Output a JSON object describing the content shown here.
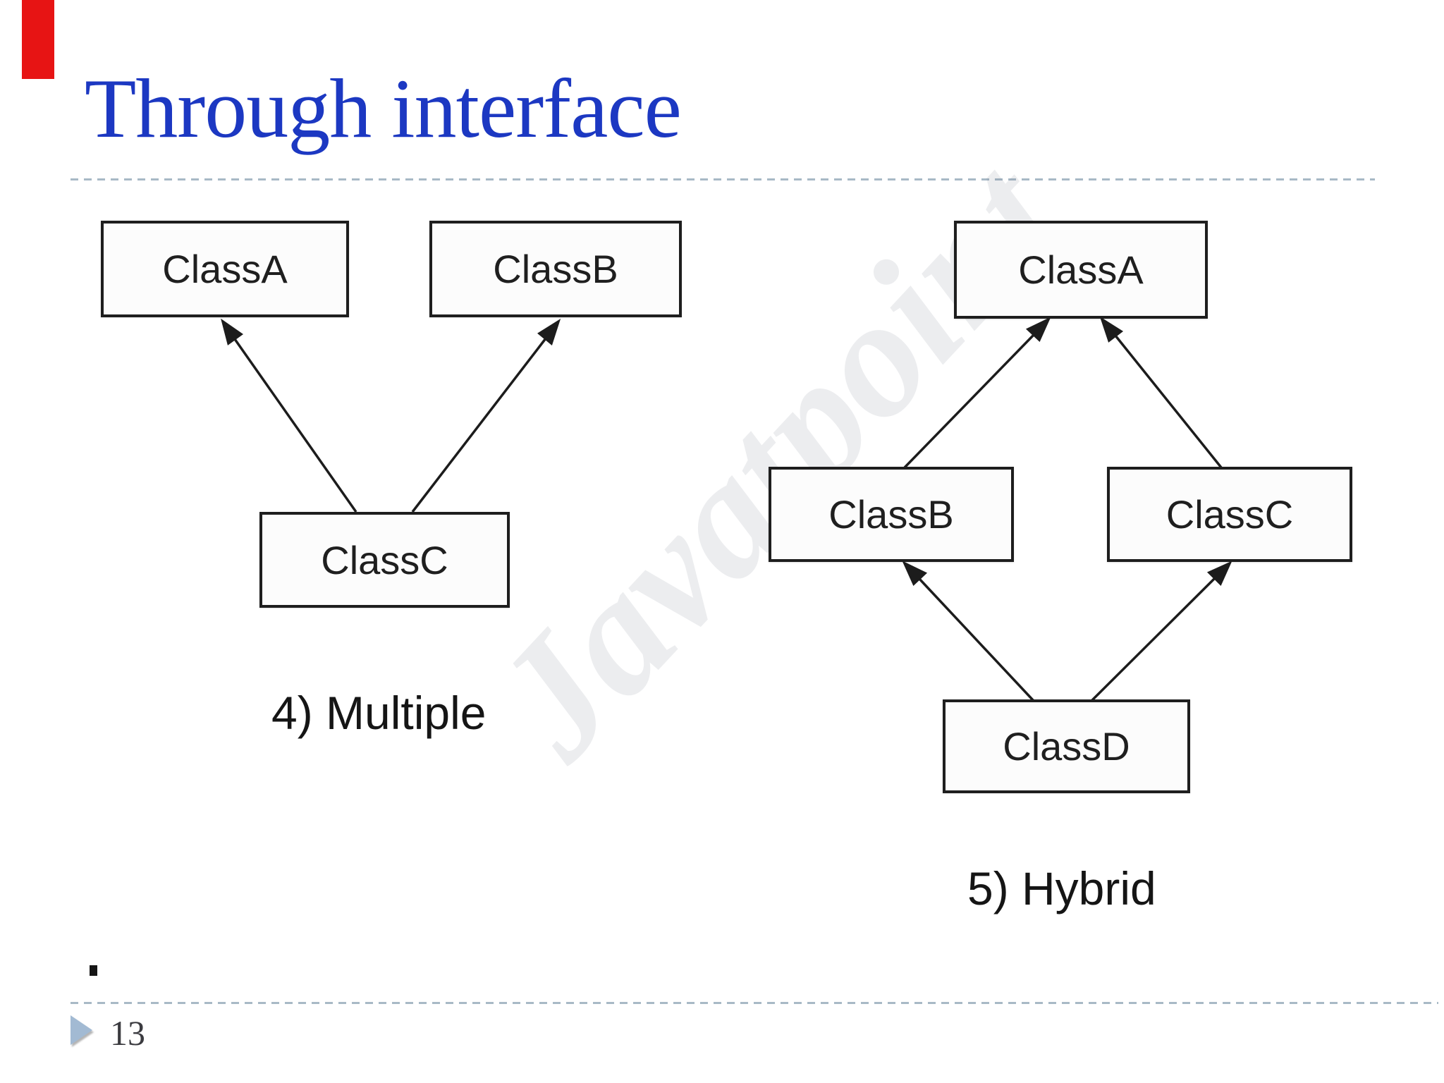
{
  "slide": {
    "title": "Through interface",
    "page_number": "13",
    "watermark": "Javatpoint",
    "colors": {
      "title_blue": "#1c38c2",
      "accent_red": "#e71414",
      "divider_dash": "#a8b9c6",
      "triangle_marker": "#a2bad3",
      "box_border": "#1e1e1e"
    }
  },
  "diagrams": {
    "multiple": {
      "caption": "4) Multiple",
      "boxes": [
        {
          "label": "ClassA"
        },
        {
          "label": "ClassB"
        },
        {
          "label": "ClassC"
        }
      ],
      "edges": [
        {
          "from": "ClassC",
          "to": "ClassA"
        },
        {
          "from": "ClassC",
          "to": "ClassB"
        }
      ]
    },
    "hybrid": {
      "caption": "5) Hybrid",
      "boxes": [
        {
          "label": "ClassA"
        },
        {
          "label": "ClassB"
        },
        {
          "label": "ClassC"
        },
        {
          "label": "ClassD"
        }
      ],
      "edges": [
        {
          "from": "ClassB",
          "to": "ClassA"
        },
        {
          "from": "ClassC",
          "to": "ClassA"
        },
        {
          "from": "ClassD",
          "to": "ClassB"
        },
        {
          "from": "ClassD",
          "to": "ClassC"
        }
      ]
    }
  }
}
